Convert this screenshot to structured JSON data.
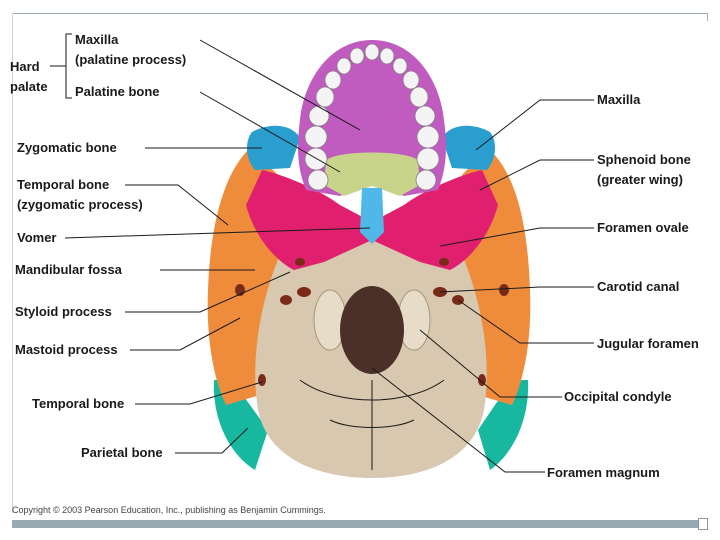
{
  "labels": {
    "hard_palate": [
      "Hard",
      "palate"
    ],
    "maxilla_palatine": [
      "Maxilla",
      "(palatine process)"
    ],
    "palatine_bone": "Palatine bone",
    "zygomatic_bone": "Zygomatic bone",
    "temporal_zygomatic": [
      "Temporal bone",
      "(zygomatic process)"
    ],
    "vomer": "Vomer",
    "mandibular_fossa": "Mandibular fossa",
    "styloid_process": "Styloid process",
    "mastoid_process": "Mastoid process",
    "temporal_bone": "Temporal bone",
    "parietal_bone": "Parietal bone",
    "maxilla": "Maxilla",
    "sphenoid_bone": [
      "Sphenoid bone",
      "(greater wing)"
    ],
    "foramen_ovale": "Foramen ovale",
    "carotid_canal": "Carotid canal",
    "jugular_foramen": "Jugular foramen",
    "occipital_condyle": "Occipital condyle",
    "foramen_magnum": "Foramen magnum"
  },
  "footer": {
    "copyright": "Copyright © 2003 Pearson Education, Inc., publishing as Benjamin Cummings."
  },
  "colors": {
    "maxilla": "#c05cc0",
    "palatine": "#c8d48a",
    "sphenoid": "#e0206e",
    "vomer": "#4fb8e8",
    "temporal": "#ee8c3c",
    "occipital": "#d9c8b0",
    "zygomatic": "#2a9ecf",
    "parietal": "#18b8a0",
    "teeth": "#f4f4f4"
  }
}
